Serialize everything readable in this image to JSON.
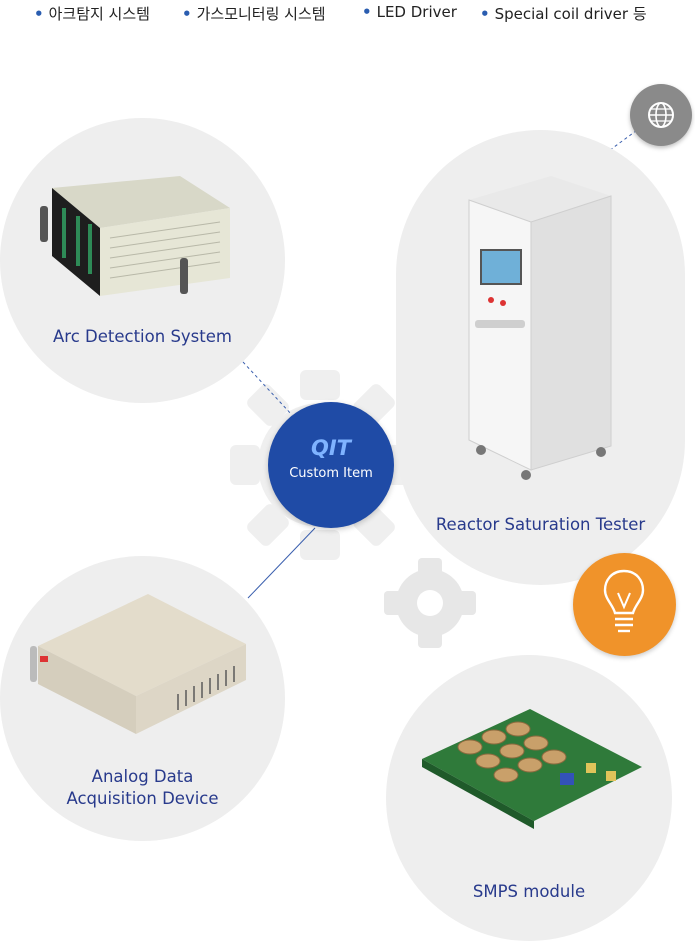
{
  "top_list": [
    {
      "label": "아크탐지 시스템"
    },
    {
      "label": "가스모니터링 시스템"
    },
    {
      "label": "LED Driver"
    },
    {
      "label": "Special coil driver 등"
    }
  ],
  "center": {
    "logo": "QIT",
    "label": "Custom Item"
  },
  "products": {
    "arc": "Arc Detection System",
    "reactor": "Reactor Saturation Tester",
    "analog_line1": "Analog Data",
    "analog_line2": "Acquisition Device",
    "smps": "SMPS module"
  },
  "icons": {
    "globe": "globe-icon",
    "bulb": "lightbulb-icon"
  },
  "colors": {
    "caption": "#283a8c",
    "center_badge": "#1f4ba6",
    "bulb_bg": "#f0932a",
    "globe_bg": "#8a8a8a"
  }
}
